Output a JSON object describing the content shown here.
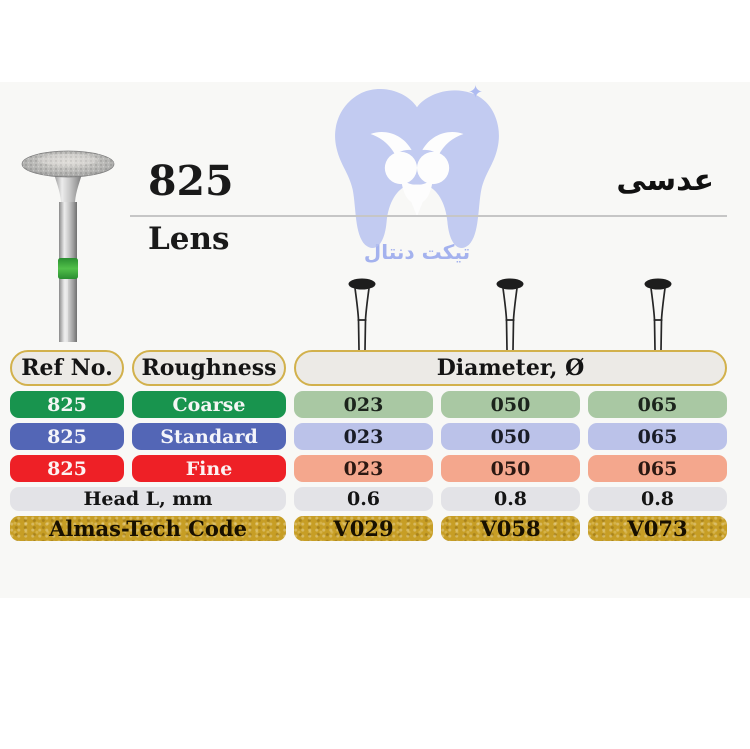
{
  "header": {
    "ref_number": "825",
    "name_en": "Lens",
    "name_fa": "عدسی"
  },
  "watermark": {
    "brand_fa": "تیکت دنتال",
    "sparkle": "✦"
  },
  "table": {
    "col_headers": {
      "ref": "Ref No.",
      "roughness": "Roughness",
      "diameter": "Diameter, Ø"
    },
    "rows": [
      {
        "ref": "825",
        "roughness": "Coarse",
        "diameters": [
          "023",
          "050",
          "065"
        ]
      },
      {
        "ref": "825",
        "roughness": "Standard",
        "diameters": [
          "023",
          "050",
          "065"
        ]
      },
      {
        "ref": "825",
        "roughness": "Fine",
        "diameters": [
          "023",
          "050",
          "065"
        ]
      }
    ],
    "head_length": {
      "label": "Head L, mm",
      "values": [
        "0.6",
        "0.8",
        "0.8"
      ]
    },
    "almas_code": {
      "label": "Almas-Tech Code",
      "values": [
        "V029",
        "V058",
        "V073"
      ]
    }
  },
  "colors": {
    "coarse": "#18944e",
    "standard": "#5366b6",
    "fine": "#ee2026",
    "coarse_light": "#a9c8a3",
    "standard_light": "#bbc2e9",
    "fine_light": "#f4a78d",
    "neutral_light": "#e3e3e7",
    "gold": "#c79e25",
    "pill_border": "#d2b14c",
    "watermark_blue": "#b5c0f0"
  }
}
